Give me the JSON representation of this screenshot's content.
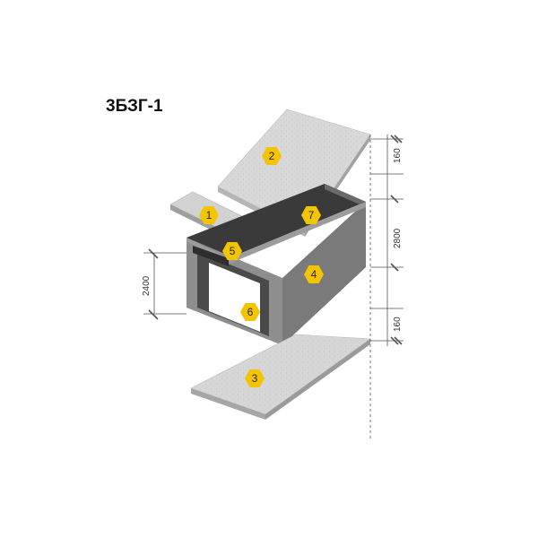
{
  "title": "3БЗГ-1",
  "colors": {
    "badge_fill": "#f5c400",
    "slab_top": "#d6d6d6",
    "slab_edge": "#a9a9a9",
    "box_front": "#8e8e8e",
    "box_side": "#7a7a7a",
    "box_inner": "#3c3c3c"
  },
  "callouts": [
    "1",
    "2",
    "3",
    "4",
    "5",
    "6",
    "7"
  ],
  "dimensions": {
    "top_slab": "160",
    "box_height": "2800",
    "bottom_slab": "160",
    "opening": "2400"
  }
}
